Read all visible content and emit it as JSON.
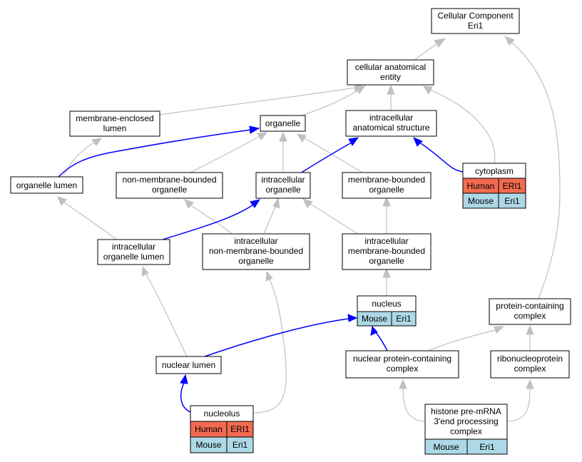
{
  "colors": {
    "human": "#f26b4f",
    "mouse": "#add8e6",
    "is_a_edge": "#c0c0c0",
    "part_of_edge": "#0000ff"
  },
  "nodes": {
    "root": [
      "Cellular Component",
      "Eri1"
    ],
    "cae": [
      "cellular anatomical",
      "entity"
    ],
    "mel": [
      "membrane-enclosed",
      "lumen"
    ],
    "organelle": [
      "organelle"
    ],
    "ias": [
      "intracellular",
      "anatomical structure"
    ],
    "cytoplasm": [
      "cytoplasm"
    ],
    "olumen": [
      "organelle lumen"
    ],
    "nmbo": [
      "non-membrane-bounded",
      "organelle"
    ],
    "io": [
      "intracellular",
      "organelle"
    ],
    "mbo": [
      "membrane-bounded",
      "organelle"
    ],
    "iol": [
      "intracellular",
      "organelle lumen"
    ],
    "inmbo": [
      "intracellular",
      "non-membrane-bounded",
      "organelle"
    ],
    "imbo": [
      "intracellular",
      "membrane-bounded",
      "organelle"
    ],
    "nucleus": [
      "nucleus"
    ],
    "pcc": [
      "protein-containing",
      "complex"
    ],
    "nlumen": [
      "nuclear lumen"
    ],
    "npcc": [
      "nuclear protein-containing",
      "complex"
    ],
    "rnp": [
      "ribonucleoprotein",
      "complex"
    ],
    "nucleolus": [
      "nucleolus"
    ],
    "histone": [
      "histone pre-mRNA",
      "3'end processing",
      "complex"
    ]
  },
  "annotations": {
    "cytoplasm": {
      "human": [
        "Human",
        "ERI1"
      ],
      "mouse": [
        "Mouse",
        "Eri1"
      ]
    },
    "nucleus": {
      "mouse": [
        "Mouse",
        "Eri1"
      ]
    },
    "nucleolus": {
      "human": [
        "Human",
        "ERI1"
      ],
      "mouse": [
        "Mouse",
        "Eri1"
      ]
    },
    "histone": {
      "mouse": [
        "Mouse",
        "Eri1"
      ]
    }
  }
}
